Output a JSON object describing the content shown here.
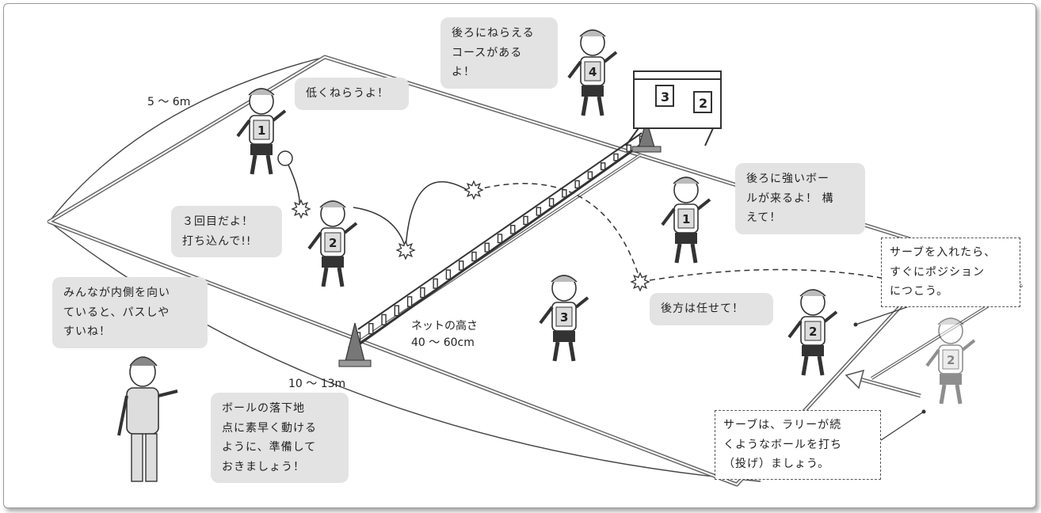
{
  "dimensions": {
    "width_label": "5 ～ 6m",
    "length_label": "10 ～ 13m",
    "net_height_label": "ネットの高さ\n40 ～ 60cm"
  },
  "bubbles": {
    "low_aim": "低くねらうよ！",
    "aim_back": "後ろにねらえる\nコースがある\nよ！",
    "third_hit": "３回目だよ！\n打ち込んで!!",
    "strong_ball": "後ろに強いボー\nルが来るよ！ 構\nえて！",
    "leave_back": "後方は任せて！",
    "inward": "みんなが内側を向い\nていると、パスしや\nすいね！",
    "ready": "ボールの落下地\n点に素早く動ける\nように、準備して\nおきましょう！"
  },
  "notes": {
    "after_serve": "サーブを入れたら、\nすぐにポジション\nにつこう。",
    "serve_rally": "サーブは、ラリーが続\nくようなボールを打ち\n（投げ）ましょう。"
  },
  "players": [
    {
      "number": "1"
    },
    {
      "number": "2"
    },
    {
      "number": "4"
    },
    {
      "number": "1"
    },
    {
      "number": "3"
    },
    {
      "number": "2"
    },
    {
      "number": "2"
    }
  ],
  "score_board": {
    "left": "3",
    "right": "2"
  },
  "colors": {
    "bubble": "#e3e3e3",
    "line": "#555555",
    "frame": "#9a9a9a"
  }
}
